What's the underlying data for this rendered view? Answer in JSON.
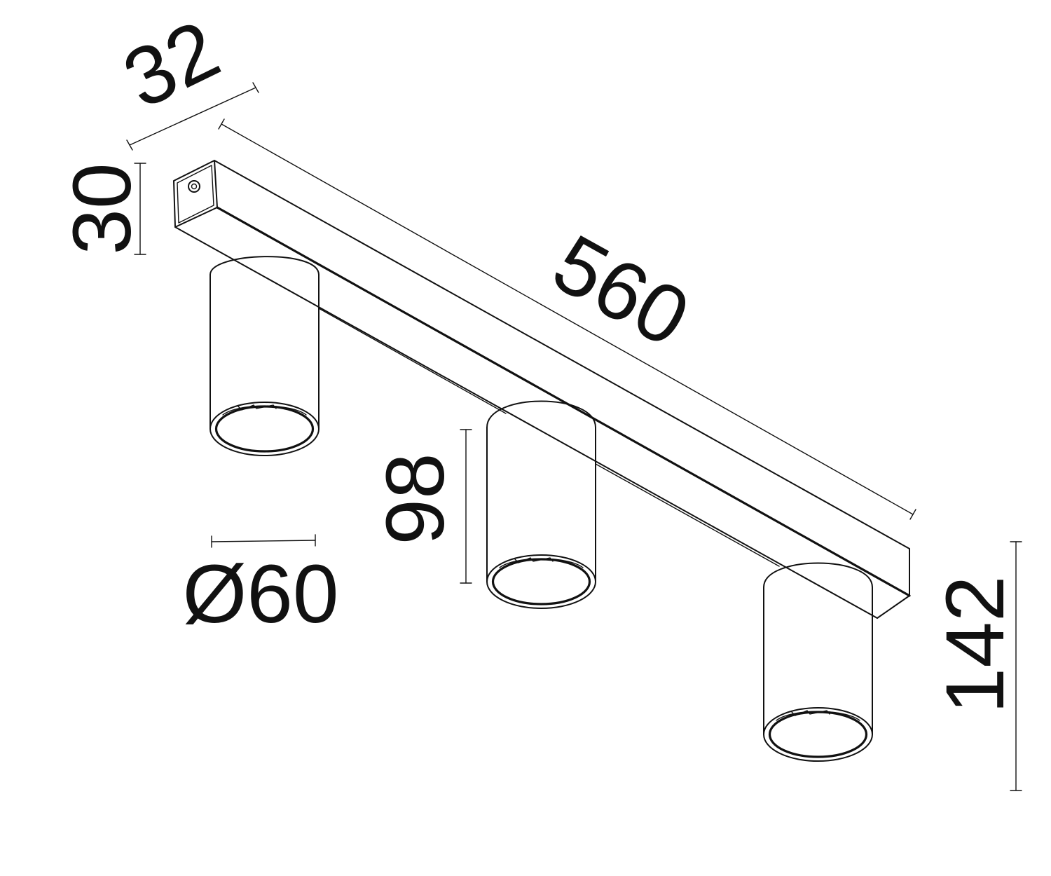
{
  "drawing": {
    "subject": "track-mounted spotlight bar with three cylindrical spots",
    "line_color": "#111111",
    "background_color": "#ffffff",
    "dimensions": {
      "width": "32",
      "height": "30",
      "length": "560",
      "spot_height": "98",
      "spot_diameter": "Ø60",
      "total_height": "142"
    }
  }
}
